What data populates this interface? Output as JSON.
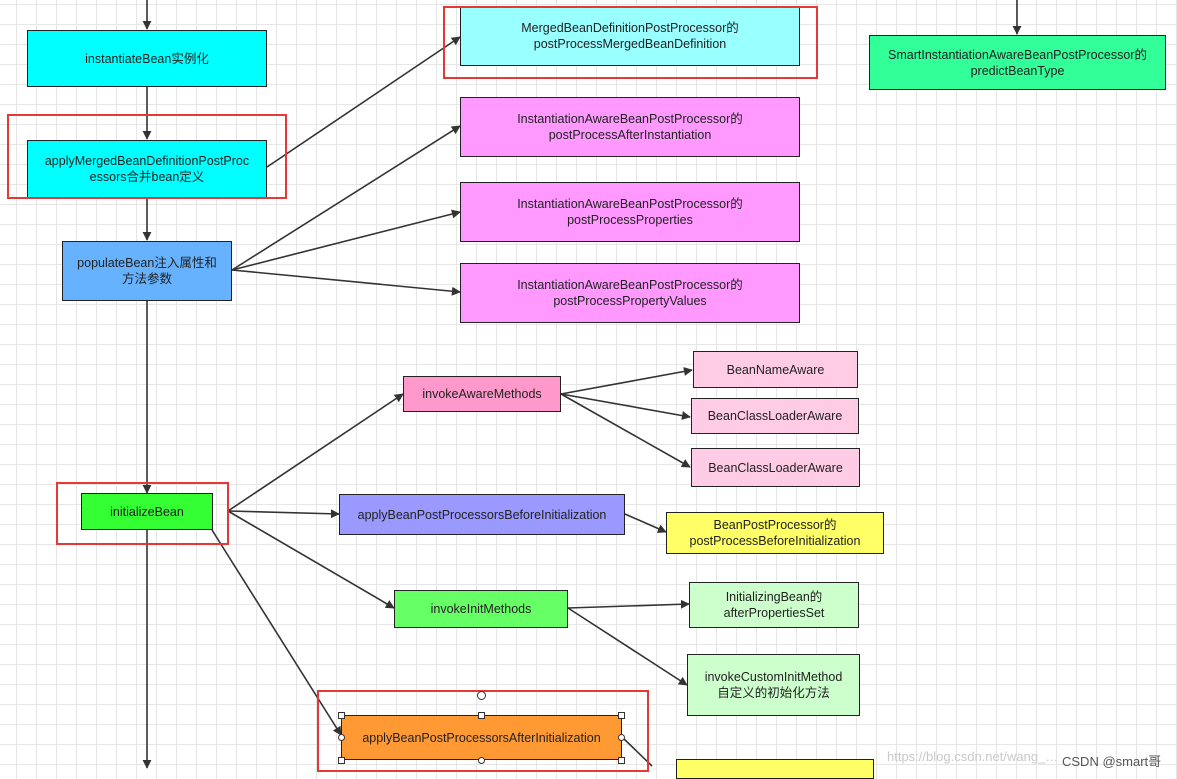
{
  "nodes": {
    "instantiate": "instantiateBean实例化",
    "apply_merged": "applyMergedBeanDefinitionPostProc\nessors合并bean定义",
    "populate": "populateBean注入属性和\n方法参数",
    "initialize": "initializeBean",
    "merged_pp": "MergedBeanDefinitionPostProcessor的\npostProcessMergedBeanDefinition",
    "smart_pp": "SmartInstantiationAwareBeanPostProcessor的\npredictBeanType",
    "iabpp_after": "InstantiationAwareBeanPostProcessor的\npostProcessAfterInstantiation",
    "iabpp_props": "InstantiationAwareBeanPostProcessor的\npostProcessProperties",
    "iabpp_values": "InstantiationAwareBeanPostProcessor的\npostProcessPropertyValues",
    "invoke_aware": "invokeAwareMethods",
    "bean_name_aware": "BeanNameAware",
    "bean_class_loader_aware_1": "BeanClassLoaderAware",
    "bean_class_loader_aware_2": "BeanClassLoaderAware",
    "apply_before": "applyBeanPostProcessorsBeforeInitialization",
    "bpp_before": "BeanPostProcessor的\npostProcessBeforeInitialization",
    "invoke_init": "invokeInitMethods",
    "initializing_bean": "InitializingBean的\nafterPropertiesSet",
    "custom_init": "invokeCustomInitMethod\n自定义的初始化方法",
    "apply_after": "applyBeanPostProcessorsAfterInitialization"
  },
  "colors": {
    "cyan": "#00ffff",
    "light_cyan": "#99ffff",
    "blue": "#66b2ff",
    "green_bright": "#33ff33",
    "green_mint": "#33ff99",
    "magenta": "#ff99ff",
    "pink": "#ff99cc",
    "light_pink": "#ffcce6",
    "purple": "#9999ff",
    "yellow": "#ffff66",
    "light_green_pale": "#ccffcc",
    "green_mid": "#66ff66",
    "orange": "#ff9933",
    "highlight_red": "#e53935"
  },
  "watermark": {
    "url": "https://blog.csdn.net/wang_…",
    "brand": "CSDN @smart哥"
  }
}
